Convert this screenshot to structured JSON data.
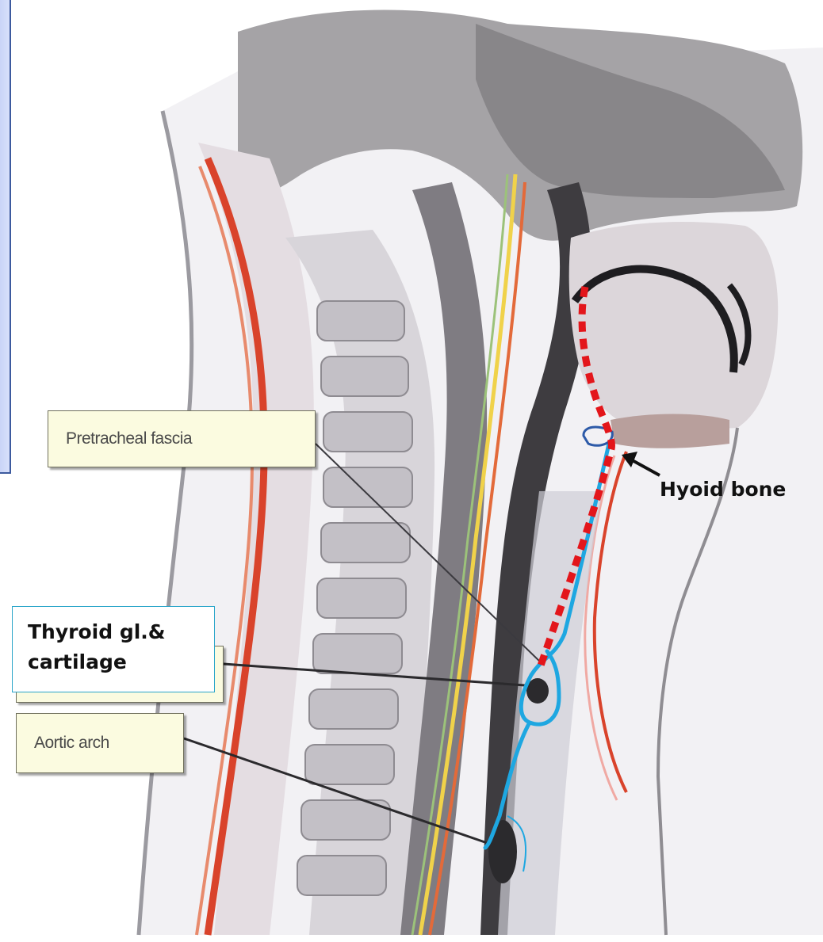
{
  "labels": {
    "pretracheal_fascia": "Pretracheal fascia",
    "aortic_arch": "Aortic arch",
    "thyroid_line1": "Thyroid gl.&",
    "thyroid_line2": "cartilage",
    "hyoid_bone": "Hyoid bone"
  },
  "colors": {
    "fascia_dotted_line": "#e3161b",
    "pretracheal_outline": "#1ea7e1",
    "callout_border": "#2aa5c9",
    "label_box_fill": "#fbfbe0"
  }
}
